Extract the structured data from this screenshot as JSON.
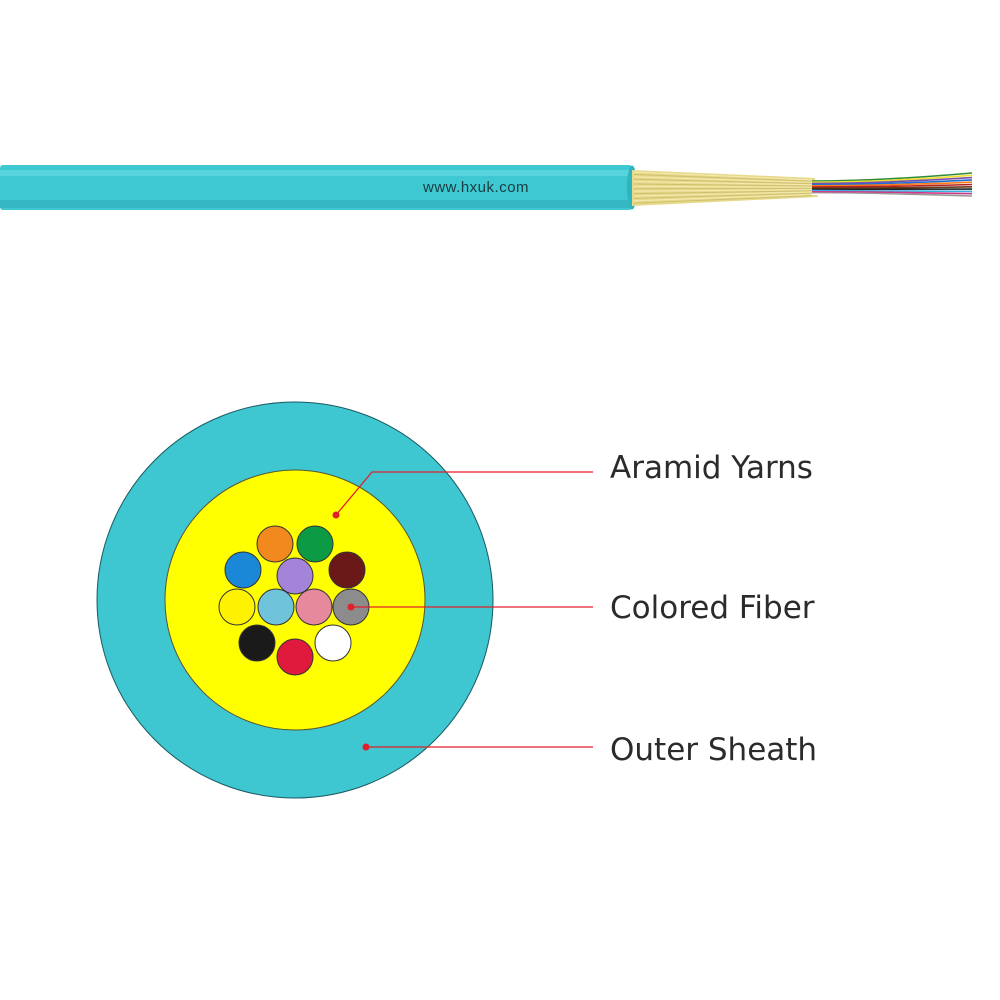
{
  "cable": {
    "print_text": "www.hxuk.com",
    "sheath_color": "#3ec8d2",
    "yarn_color": "#e6d98a",
    "fiber_colors": [
      "#2e8b3c",
      "#f0e030",
      "#7a4fb0",
      "#1f6fd0",
      "#ff7a1a",
      "#b22222",
      "#6a3a1a",
      "#222222",
      "#3ab0e0",
      "#d23a8a",
      "#999999",
      "#ffffff"
    ]
  },
  "cross_section": {
    "sheath_color": "#3ec6d1",
    "yarn_color": "#ffff00",
    "fibers": [
      {
        "name": "orange",
        "color": "#f2891f"
      },
      {
        "name": "green",
        "color": "#0c9a45"
      },
      {
        "name": "blue",
        "color": "#1a88d6"
      },
      {
        "name": "violet",
        "color": "#a384d8"
      },
      {
        "name": "brown",
        "color": "#6b1818"
      },
      {
        "name": "yellow",
        "color": "#fff200"
      },
      {
        "name": "aqua",
        "color": "#6fc4dc"
      },
      {
        "name": "rose",
        "color": "#e6899c"
      },
      {
        "name": "slate",
        "color": "#8c8c8c"
      },
      {
        "name": "black",
        "color": "#1a1a1a"
      },
      {
        "name": "red",
        "color": "#e01a3c"
      },
      {
        "name": "white",
        "color": "#ffffff"
      }
    ]
  },
  "callouts": {
    "line_color": "#e0202a",
    "aramid": "Aramid Yarns",
    "fiber": "Colored Fiber",
    "sheath": "Outer Sheath"
  }
}
